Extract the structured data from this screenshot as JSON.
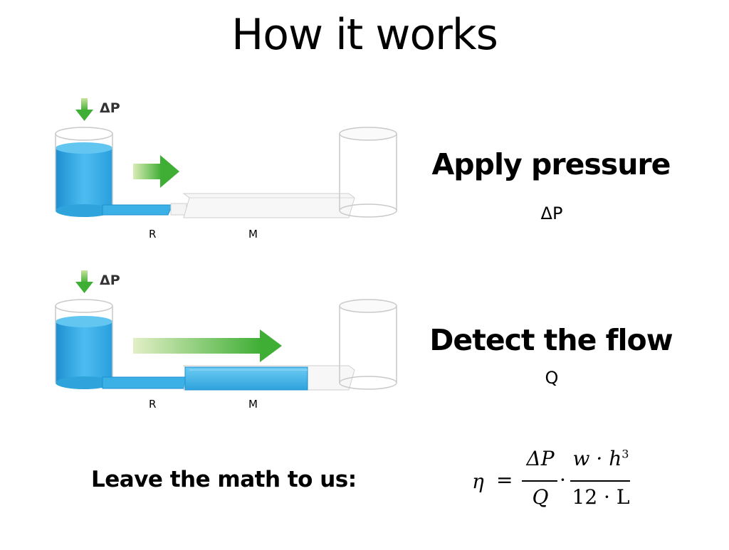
{
  "title": "How it works",
  "steps": [
    {
      "heading": "Apply pressure",
      "symbol": "ΔP",
      "pressure_label": "ΔP",
      "label_r": "R",
      "label_m": "M"
    },
    {
      "heading": "Detect the flow",
      "symbol": "Q",
      "pressure_label": "ΔP",
      "label_r": "R",
      "label_m": "M"
    }
  ],
  "math": {
    "intro": "Leave the math to us:",
    "lhs": "η",
    "equals": "=",
    "frac1_num": "ΔP",
    "frac1_den": "Q",
    "dot": "·",
    "frac2_num": "w · h",
    "frac2_num_exp": "3",
    "frac2_den": "12 · L"
  },
  "colors": {
    "water": "#2ea3dc",
    "arrow_green": "#4caf3a",
    "arrow_light": "#dfeec0"
  }
}
